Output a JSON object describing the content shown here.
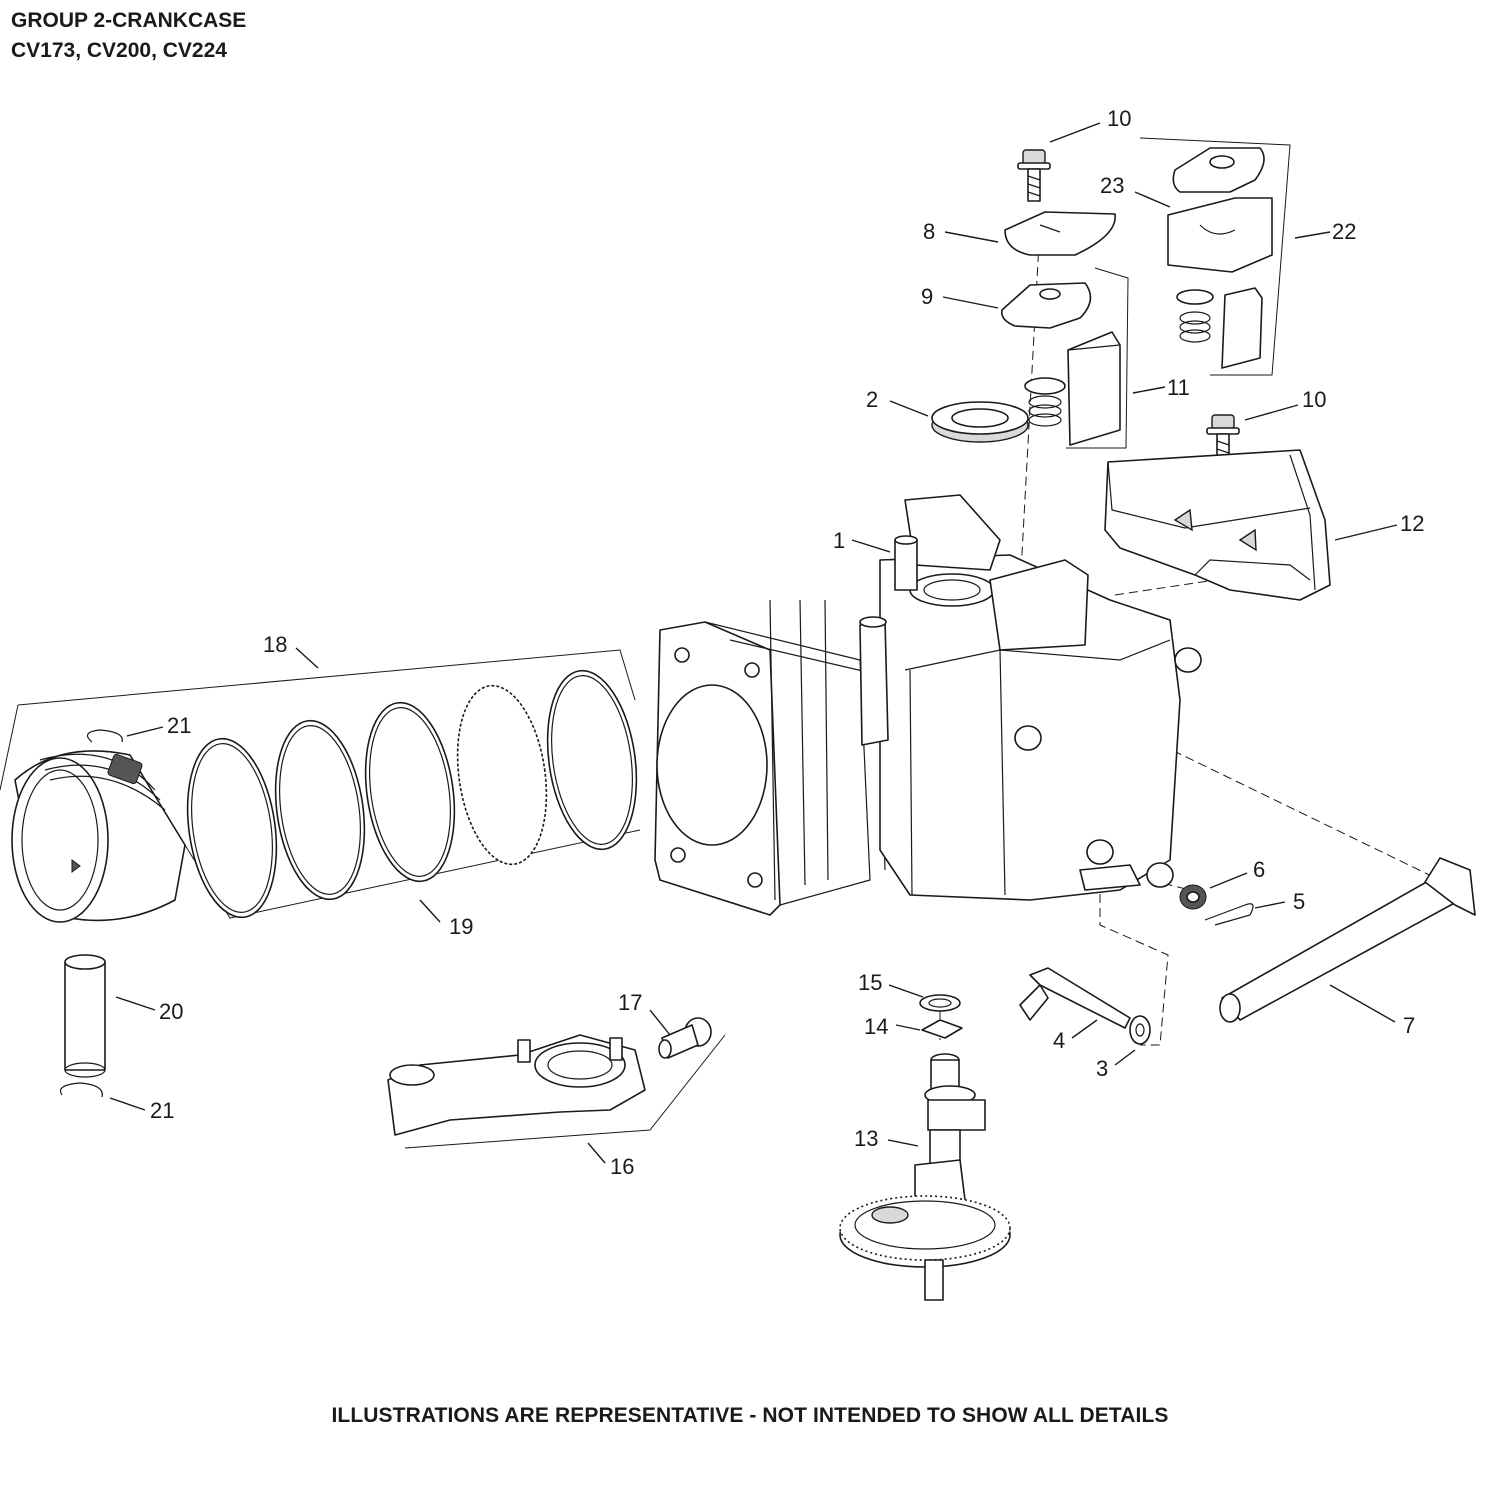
{
  "header": {
    "title_line1": "GROUP 2-CRANKCASE",
    "title_line2": "CV173, CV200, CV224"
  },
  "footer": {
    "disclaimer": "ILLUSTRATIONS ARE REPRESENTATIVE - NOT INTENDED TO SHOW ALL DETAILS"
  },
  "callouts": [
    {
      "id": "c10a",
      "label": "10"
    },
    {
      "id": "c23",
      "label": "23"
    },
    {
      "id": "c8",
      "label": "8"
    },
    {
      "id": "c22",
      "label": "22"
    },
    {
      "id": "c9",
      "label": "9"
    },
    {
      "id": "c2",
      "label": "2"
    },
    {
      "id": "c11",
      "label": "11"
    },
    {
      "id": "c10b",
      "label": "10"
    },
    {
      "id": "c1",
      "label": "1"
    },
    {
      "id": "c12",
      "label": "12"
    },
    {
      "id": "c18",
      "label": "18"
    },
    {
      "id": "c21a",
      "label": "21"
    },
    {
      "id": "c19",
      "label": "19"
    },
    {
      "id": "c6",
      "label": "6"
    },
    {
      "id": "c5",
      "label": "5"
    },
    {
      "id": "c20",
      "label": "20"
    },
    {
      "id": "c15",
      "label": "15"
    },
    {
      "id": "c17",
      "label": "17"
    },
    {
      "id": "c14",
      "label": "14"
    },
    {
      "id": "c4",
      "label": "4"
    },
    {
      "id": "c7",
      "label": "7"
    },
    {
      "id": "c3",
      "label": "3"
    },
    {
      "id": "c21b",
      "label": "21"
    },
    {
      "id": "c13",
      "label": "13"
    },
    {
      "id": "c16",
      "label": "16"
    }
  ]
}
